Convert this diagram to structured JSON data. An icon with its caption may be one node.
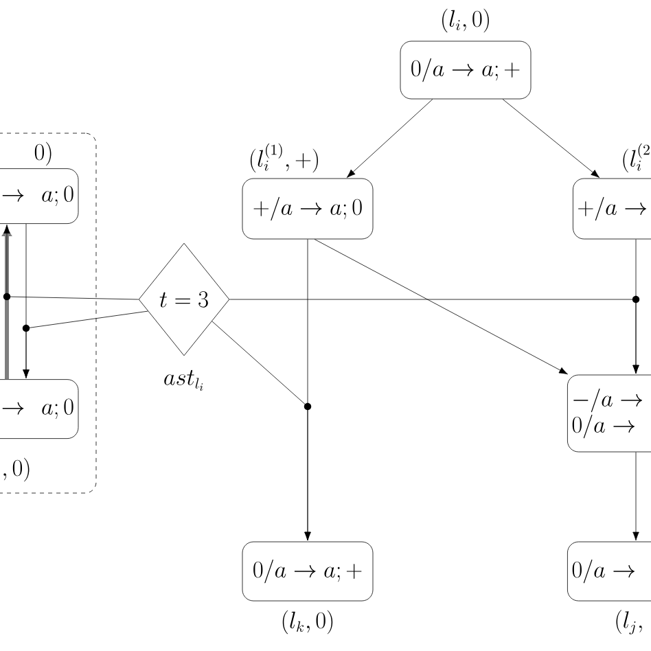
{
  "diagram": {
    "nodes": [
      {
        "text": [],
        "shape": "box"
      },
      {
        "text": [
          "\\to a;0"
        ],
        "beside": [
          "0)"
        ],
        "in": 0
      },
      {
        "text": [
          "\\to a;0"
        ],
        "beside": [
          ",0)"
        ],
        "in": 0
      },
      {
        "text": [
          "0/a\\to a;+"
        ],
        "beside": [
          "(l_i,0)"
        ]
      },
      {
        "text": [
          "+/a\\to a;0"
        ],
        "beside": [
          "(l_i^{(1)},+)"
        ]
      },
      {
        "text": [
          "+/a\\to"
        ],
        "beside": [
          "(l_i^{(2}"
        ]
      },
      {
        "text": [
          "t=3"
        ],
        "beside": [
          "ast_{l_i}"
        ]
      },
      {
        "text": [
          "-/a\\to",
          "0/a\\to"
        ]
      },
      {
        "text": [
          "0/a\\to a;+"
        ],
        "beside": [
          "(l_k,0)"
        ]
      },
      {
        "text": [
          "0/a\\to"
        ],
        "beside": [
          "(l_j,"
        ]
      }
    ],
    "edges": [
      {
        "from": 3,
        "to": 4,
        "arrow": "to"
      },
      {
        "from": 3,
        "to": 5,
        "arrow": "to"
      },
      {
        "from": 1,
        "to": 2,
        "arrow": "to"
      },
      {
        "from": 2,
        "to": 1,
        "arrow": "to",
        "style": "thick",
        "color": "#7f7f7f"
      },
      {
        "from": 6,
        "to": 1,
        "arrow": "to"
      },
      {
        "from": 6,
        "to": 2,
        "arrow": "to"
      },
      {
        "from": 6,
        "to": 7,
        "arrow": "to"
      },
      {
        "from": 6,
        "to": 8,
        "arrow": "to"
      },
      {
        "from": 4,
        "to": 8,
        "arrow": "to"
      },
      {
        "from": 4,
        "to": 7,
        "arrow": "to"
      },
      {
        "from": 5,
        "to": 7,
        "arrow": "to"
      },
      {
        "from": 7,
        "to": 9,
        "arrow": "to"
      }
    ]
  }
}
